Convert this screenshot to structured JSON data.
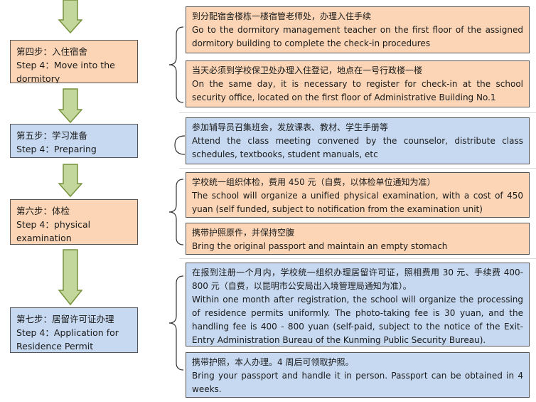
{
  "steps": {
    "step4": {
      "cn": "第四步：入住宿舍",
      "en1": "Step 4：Move into the",
      "en2": "dormitory"
    },
    "step5": {
      "cn": "第五步：学习准备",
      "en1": "Step 4：Preparing"
    },
    "step6": {
      "cn": "第六步：体检",
      "en1": "Step 4：physical",
      "en2": "examination"
    },
    "step7": {
      "cn": "第七步：居留许可证办理",
      "en1": "Step 4：Application for",
      "en2": "Residence Permit"
    }
  },
  "details": {
    "d4a": {
      "cn": "到分配宿舍楼栋一楼宿管老师处，办理入住手续",
      "en": "Go to the dormitory management teacher on the first floor of the assigned dormitory building to complete the check-in procedures"
    },
    "d4b": {
      "cn": "当天必须到学校保卫处办理入住登记，地点在一号行政楼一楼",
      "en": "On the same day, it is necessary to register for check-in at the school security office, located on the first floor of Administrative Building No.1"
    },
    "d5": {
      "cn": "参加辅导员召集班会，发放课表、教材、学生手册等",
      "en": "Attend the class meeting convened by the counselor, distribute class schedules, textbooks, student manuals, etc"
    },
    "d6a": {
      "cn": "学校统一组织体检，费用 450 元（自费，以体检单位通知为准）",
      "en": "The school will organize a unified physical examination, with a cost of 450 yuan (self funded, subject to notification from the examination unit)"
    },
    "d6b": {
      "cn": "携带护照原件，并保持空腹",
      "en": "Bring the original passport and maintain an empty stomach"
    },
    "d7a": {
      "cn": "在报到注册一个月内，学校统一组织办理居留许可证，照相费用 30 元、手续费 400-800 元（自费，以昆明市公安局出入境管理局通知为准）。",
      "en": "Within one month after registration, the school will organize the processing of residence permits uniformly. The photo-taking fee is 30 yuan, and the handling fee is 400 - 800 yuan (self-paid, subject to the notice of the Exit-Entry Administration Bureau of the Kunming Public Security Bureau)."
    },
    "d7b": {
      "cn": "携带护照，本人办理。4 周后可领取护照。",
      "en": "Bring your passport and handle it in person. Passport can be obtained in 4 weeks."
    }
  },
  "colors": {
    "orange": "#fbd5b5",
    "blue": "#c6d9f1",
    "arrow_fill": "#c3d69b",
    "arrow_stroke": "#76923c"
  }
}
